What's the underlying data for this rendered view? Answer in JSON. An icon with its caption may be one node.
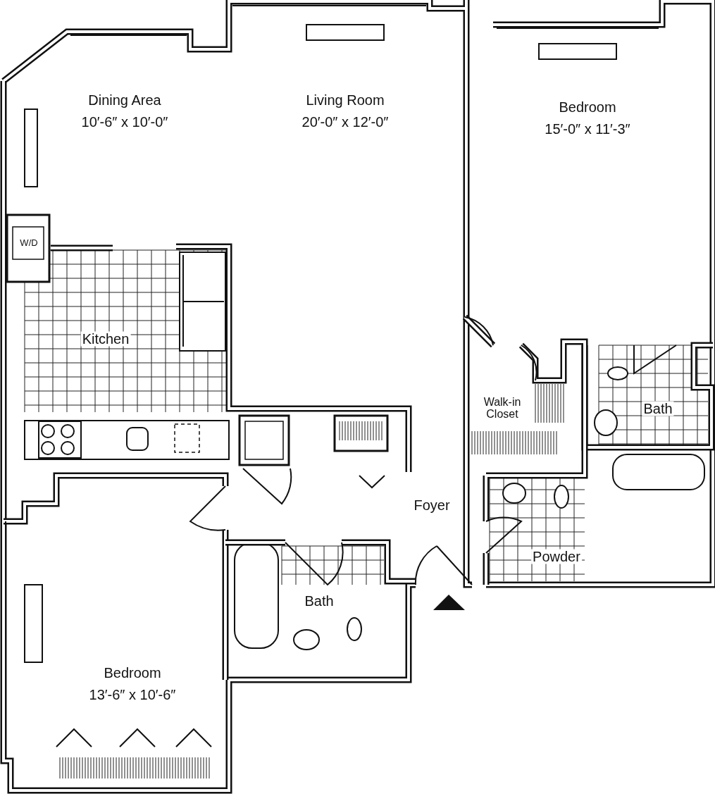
{
  "diagram": {
    "labels": [
      "Dining Area",
      "10′-6″ x 10′-0″",
      "Living Room",
      "20′-0″ x 12′-0″",
      "Bedroom",
      "15′-0″ x 11′-3″",
      "W/D",
      "Kitchen",
      "Walk-in Closet",
      "Bath",
      "Foyer",
      "Powder",
      "Bath",
      "Bedroom",
      "13′-6″ x 10′-6″"
    ]
  }
}
